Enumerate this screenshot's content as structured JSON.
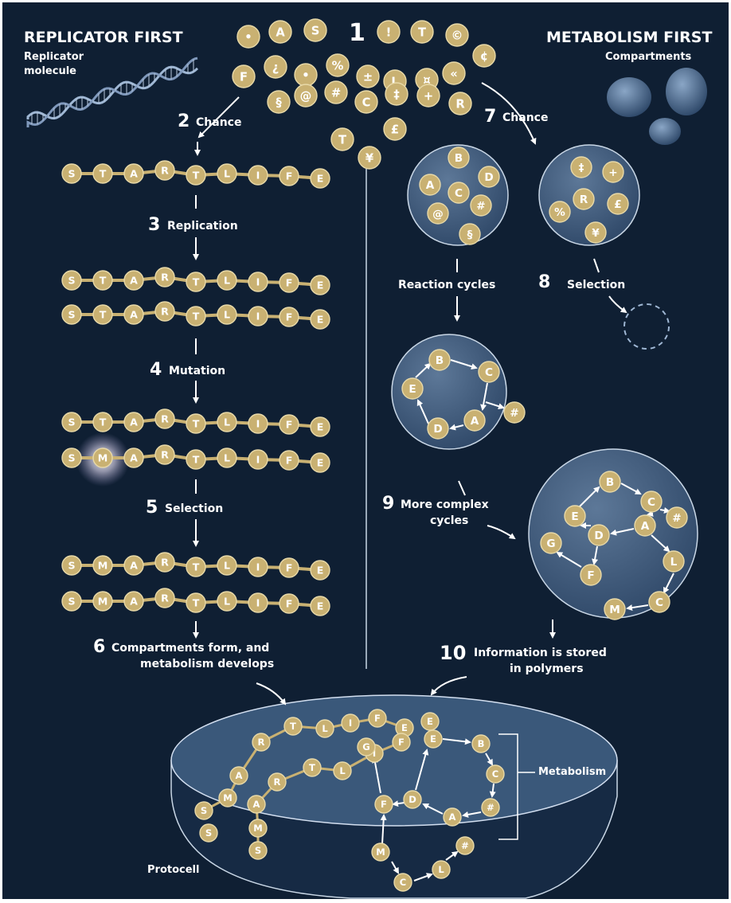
{
  "headers": {
    "left_title": "REPLICATOR FIRST",
    "left_sub_1": "Replicator",
    "left_sub_2": "molecule",
    "right_title": "METABOLISM FIRST",
    "right_sub": "Compartments"
  },
  "steps": {
    "s1": {
      "n": "1"
    },
    "s2": {
      "n": "2",
      "label": "Chance"
    },
    "s3": {
      "n": "3",
      "label": "Replication"
    },
    "s4": {
      "n": "4",
      "label": "Mutation"
    },
    "s5": {
      "n": "5",
      "label": "Selection"
    },
    "s6": {
      "n": "6",
      "label_1": "Compartments form, and",
      "label_2": "metabolism develops"
    },
    "s7": {
      "n": "7",
      "label": "Chance"
    },
    "s8": {
      "n": "8",
      "label_left": "Reaction cycles",
      "label_right": "Selection"
    },
    "s9": {
      "n": "9",
      "label_1": "More complex",
      "label_2": "cycles"
    },
    "s10": {
      "n": "10",
      "label_1": "Information is stored",
      "label_2": "in polymers"
    }
  },
  "protocell": {
    "label": "Protocell",
    "metabolism_label": "Metabolism"
  },
  "soup": [
    "•",
    "A",
    "S",
    "!",
    "T",
    "©",
    "F",
    "¿",
    "•",
    "%",
    "±",
    "L",
    "¤",
    "«",
    "¢",
    "§",
    "@",
    "#",
    "C",
    "‡",
    "+",
    "R",
    "T",
    "£",
    "¥"
  ],
  "chains": {
    "original": [
      "S",
      "T",
      "A",
      "R",
      "T",
      "L",
      "I",
      "F",
      "E"
    ],
    "mutant": [
      "S",
      "M",
      "A",
      "R",
      "T",
      "L",
      "I",
      "F",
      "E"
    ]
  },
  "compartments": {
    "a": [
      "B",
      "A",
      "D",
      "C",
      "@",
      "#",
      "§"
    ],
    "b": [
      "‡",
      "+",
      "R",
      "£",
      "%",
      "¥"
    ]
  },
  "cycles": {
    "simple": [
      "B",
      "C",
      "A",
      "D",
      "E",
      "#"
    ],
    "complex": [
      "B",
      "C",
      "#",
      "A",
      "D",
      "E",
      "G",
      "F",
      "L",
      "C",
      "M"
    ]
  },
  "colors": {
    "background": "#0f1f33",
    "bead": "#c9b172",
    "bead_text": "#ffffff",
    "line": "#ffffff",
    "sphere": "#3d5a7a"
  }
}
